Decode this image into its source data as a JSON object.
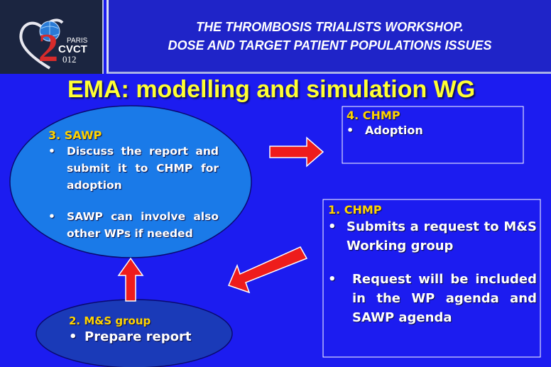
{
  "logo": {
    "paris": "PARIS",
    "cvct": "CVCT",
    "year_digits": "2",
    "year_small": "012",
    "colors": {
      "heart": "#e8e8f0",
      "globe": "#2a7bd6",
      "red": "#d62b2b"
    }
  },
  "header": {
    "line1": "THE THROMBOSIS TRIALISTS WORKSHOP.",
    "line2": "DOSE AND TARGET PATIENT POPULATIONS ISSUES"
  },
  "title": "EMA: modelling and simulation WG",
  "sawp": {
    "heading": "3. SAWP",
    "items": [
      "Discuss the report and submit it to CHMP for adoption",
      "SAWP can involve also other WPs if needed"
    ]
  },
  "chmp_adoption": {
    "heading": "4. CHMP",
    "items": [
      "Adoption"
    ]
  },
  "chmp_request": {
    "heading": "1. CHMP",
    "items": [
      "Submits a request to M&S Working group",
      "Request will be included in the WP agenda and SAWP agenda"
    ]
  },
  "ms_group": {
    "heading": "2. M&S group",
    "items": [
      "Prepare report"
    ]
  },
  "bullet_char": "•",
  "colors": {
    "background": "#1c1cf0",
    "ellipse": "#1a7ae8",
    "arrow": "#ee1c1c",
    "heading": "#ffd400",
    "title": "#ffff33"
  }
}
